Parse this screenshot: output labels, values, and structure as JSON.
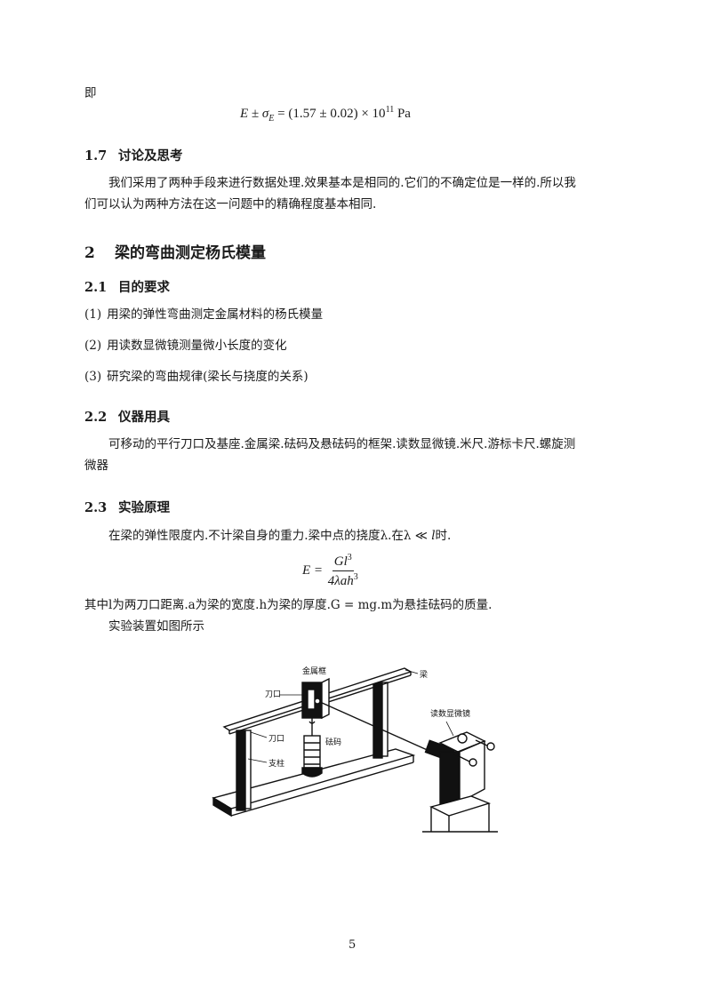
{
  "intro": {
    "word": "即"
  },
  "equation1": {
    "lhs": "E ± σ",
    "sub": "E",
    "rhs": "= (1.57 ± 0.02) × 10",
    "exp": "11",
    "unit": " Pa"
  },
  "sec_1_7": {
    "number": "1.7",
    "title": "讨论及思考",
    "para_line1": "我们采用了两种手段来进行数据处理.效果基本是相同的.它们的不确定位是一样的.所以我",
    "para_line2": "们可以认为两种方法在这一问题中的精确程度基本相同."
  },
  "sec_2": {
    "number": "2",
    "title": "梁的弯曲测定杨氏模量"
  },
  "sec_2_1": {
    "number": "2.1",
    "title": "目的要求",
    "items": [
      {
        "label": "(1)",
        "text": "用梁的弹性弯曲测定金属材料的杨氏模量"
      },
      {
        "label": "(2)",
        "text": "用读数显微镜测量微小长度的变化"
      },
      {
        "label": "(3)",
        "text": "研究梁的弯曲规律(梁长与挠度的关系)"
      }
    ]
  },
  "sec_2_2": {
    "number": "2.2",
    "title": "仪器用具",
    "para_line1": "可移动的平行刀口及基座.金属梁.砝码及悬砝码的框架.读数显微镜.米尺.游标卡尺.螺旋测",
    "para_line2": "微器"
  },
  "sec_2_3": {
    "number": "2.3",
    "title": "实验原理",
    "para_pre": "在梁的弹性限度内.不计梁自身的重力.梁中点的挠度λ.在λ ≪ ",
    "para_var": "l",
    "para_post": "时.",
    "formula": {
      "lhs": "E =",
      "num": "Gl",
      "num_exp": "3",
      "den": "4λah",
      "den_exp": "3"
    },
    "explain": "其中l为两刀口距离.a为梁的宽度.h为梁的厚度.G = mg.m为悬挂砝码的质量.",
    "figure_intro": "实验装置如图所示"
  },
  "figure": {
    "labels": {
      "frame": "金属框",
      "knife_top": "刀口",
      "beam": "梁",
      "microscope": "读数显微镜",
      "knife_left": "刀口",
      "weight": "砝码",
      "pillar": "支柱"
    }
  },
  "footer": {
    "page_number": "5"
  }
}
